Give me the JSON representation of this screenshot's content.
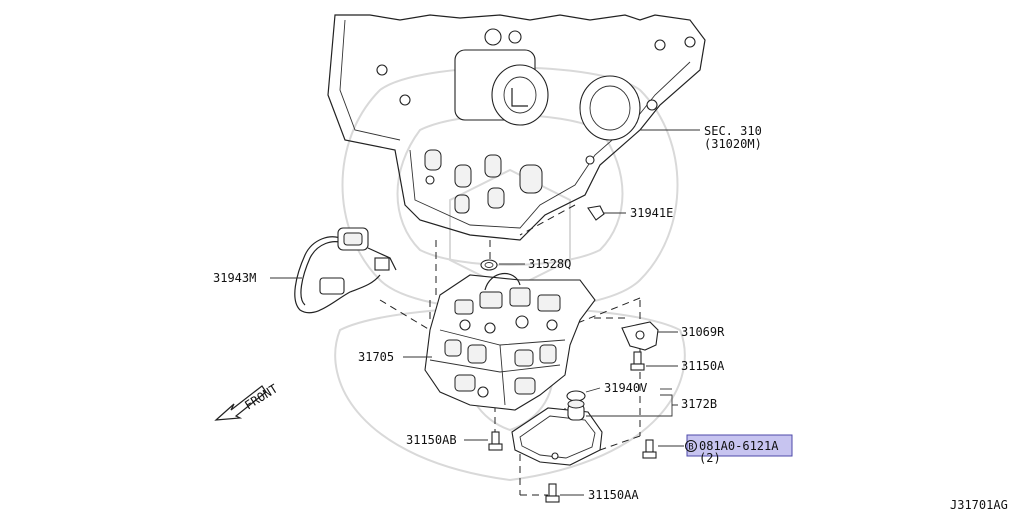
{
  "callouts": {
    "sec_ref": "SEC. 310",
    "sec_sub": "(31020M)",
    "p31941E": "31941E",
    "p31943M": "31943M",
    "p31528Q": "31528Q",
    "p31069R": "31069R",
    "p31705": "31705",
    "p31150A": "31150A",
    "p31940V": "31940V",
    "p3172B": "3172B",
    "p31150AB": "31150AB",
    "bolt_code": "081A0-6121A",
    "bolt_code_prefix": "B",
    "bolt_qty": "(2)",
    "p31150AA": "31150AA"
  },
  "direction_label": "FRONT",
  "drawing_code": "J31701AG",
  "colors": {
    "highlight": "#c7c4f0",
    "highlight_border": "#4c49a8",
    "line": "#222222",
    "watermark": "#d9d9d9"
  }
}
